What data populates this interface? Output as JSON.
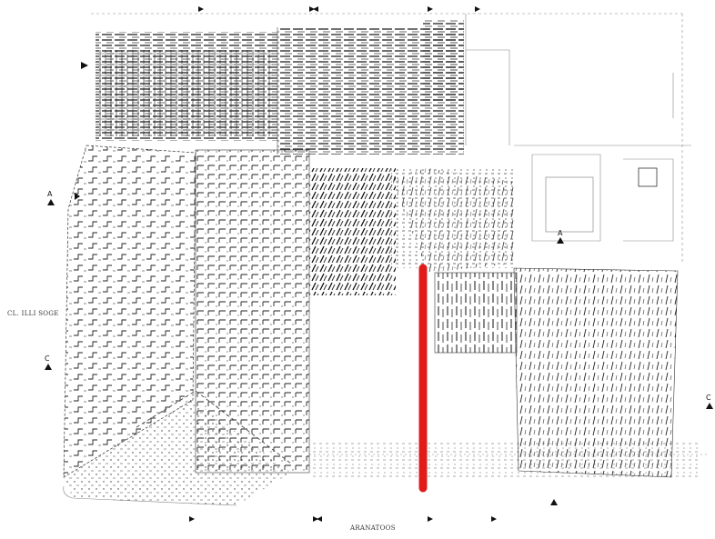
{
  "labels": {
    "left_street": "CL. ILLI SOGE",
    "bottom_street": "ARANATOOS"
  },
  "section_markers": [
    {
      "name": "section-marker-a-left",
      "text": "A"
    },
    {
      "name": "section-marker-c-left",
      "text": "C"
    },
    {
      "name": "section-marker-a-center",
      "text": "A"
    },
    {
      "name": "section-marker-c-right",
      "text": "C"
    }
  ],
  "colors": {
    "highlight_line": "#e01b1b",
    "ink": "#1a1a1a",
    "background": "#ffffff"
  }
}
